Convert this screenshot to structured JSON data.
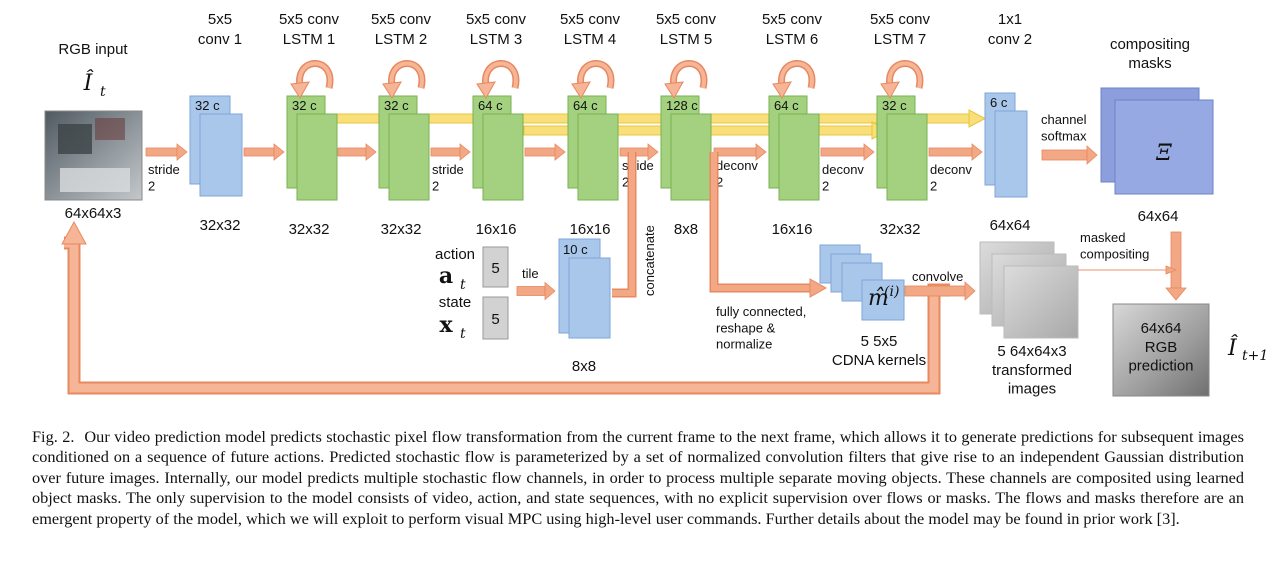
{
  "figure": {
    "input": {
      "title": "RGB input",
      "symbol": "Î",
      "subscript": "t",
      "size": "64x64x3"
    },
    "layers": [
      {
        "name": "5x5\nconv 1",
        "channels": "32 c",
        "size": "32x32"
      },
      {
        "name": "5x5 conv\nLSTM 1",
        "channels": "32 c",
        "size": "32x32"
      },
      {
        "name": "5x5 conv\nLSTM 2",
        "channels": "32 c",
        "size": "32x32"
      },
      {
        "name": "5x5 conv\nLSTM 3",
        "channels": "64 c",
        "size": "16x16"
      },
      {
        "name": "5x5 conv\nLSTM 4",
        "channels": "64 c",
        "size": "16x16"
      },
      {
        "name": "5x5 conv\nLSTM 5",
        "channels": "128 c",
        "size": "8x8"
      },
      {
        "name": "5x5 conv\nLSTM 6",
        "channels": "64 c",
        "size": "16x16"
      },
      {
        "name": "5x5 conv\nLSTM 7",
        "channels": "32 c",
        "size": "32x32"
      },
      {
        "name": "1x1\nconv 2",
        "channels": "6 c",
        "size": "64x64"
      }
    ],
    "edge_labels": {
      "stride2": "stride\n2",
      "deconv2": "deconv\n2",
      "channel_softmax": "channel\nsoftmax",
      "tile": "tile",
      "concatenate": "concatenate",
      "fully_connected": "fully connected,\nreshape &\nnormalize",
      "convolve": "convolve",
      "masked_compositing": "masked\ncompositing"
    },
    "action": {
      "label": "action",
      "symbol": "a",
      "subscript": "t",
      "dim": "5"
    },
    "state": {
      "label": "state",
      "symbol": "x",
      "subscript": "t",
      "dim": "5"
    },
    "tile_block": {
      "channels": "10 c",
      "size": "8x8"
    },
    "compositing_masks": {
      "title": "compositing\nmasks",
      "symbol": "Ξ",
      "size": "64x64"
    },
    "cdna": {
      "symbol": "m̂",
      "superscript": "(i)",
      "caption": "5   5x5\nCDNA kernels"
    },
    "transformed": {
      "caption": "5  64x64x3\ntransformed\nimages"
    },
    "prediction": {
      "text": "64x64\nRGB\nprediction",
      "symbol": "Î",
      "subscript": "t+1"
    }
  },
  "caption": {
    "label": "Fig. 2.",
    "text": "Our video prediction model predicts stochastic pixel flow transformation from the current frame to the next frame, which allows it to generate predictions for subsequent images conditioned on a sequence of future actions. Predicted stochastic flow is parameterized by a set of normalized convolution filters that give rise to an independent Gaussian distribution over future images. Internally, our model predicts multiple stochastic flow channels, in order to process multiple separate moving objects. These channels are composited using learned object masks. The only supervision to the model consists of video, action, and state sequences, with no explicit supervision over flows or masks. The flows and masks therefore are an emergent property of the model, which we will exploit to perform visual MPC using high-level user commands. Further details about the model may be found in prior work [3]."
  },
  "colors": {
    "blue_fill": "#a9c7ea",
    "blue_stroke": "#7ea6d8",
    "green_fill": "#a4d17f",
    "green_stroke": "#77b152",
    "arrow": "#f2a785",
    "arrow_stroke": "#e7885e",
    "skip": "#f8df7a",
    "skip_stroke": "#e9c43f",
    "mask_fill": "#8c9fdc",
    "mask_stroke": "#6d82c8",
    "gray_fill": "#c9c9c9"
  }
}
